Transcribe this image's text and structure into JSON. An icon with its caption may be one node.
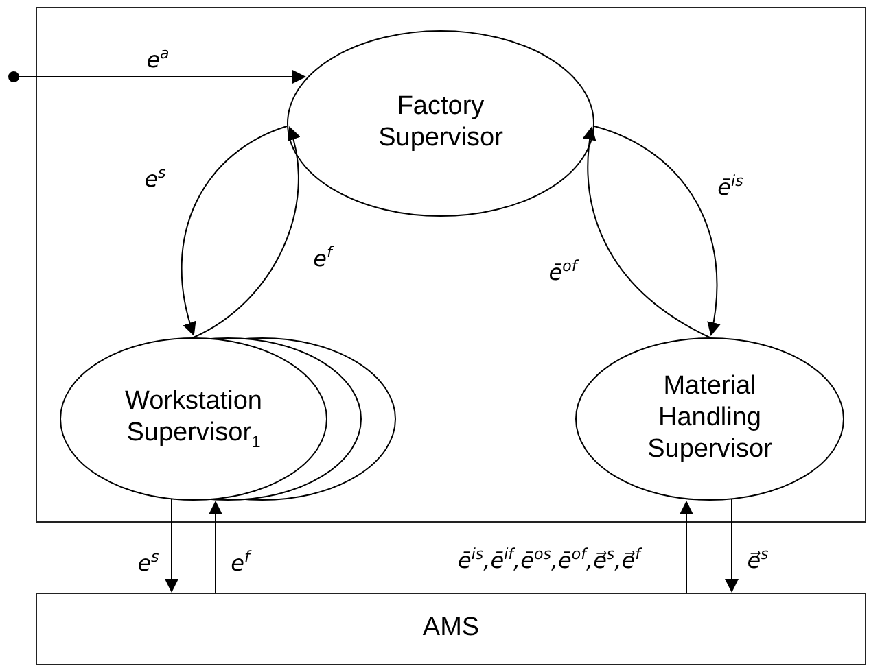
{
  "diagram": {
    "nodes": [
      {
        "text": [],
        "shape": "box"
      },
      {
        "text": [],
        "shape": "circle"
      },
      {
        "text": [
          "Factory Supervisor"
        ],
        "in": 0
      },
      {
        "text": [
          "Workstation Supervisor$_{1}$"
        ],
        "in": 0
      },
      {
        "text": [
          "Material Handling Supervisor"
        ],
        "in": 0
      },
      {
        "text": [
          "AMS"
        ]
      }
    ],
    "edges": [
      {
        "from": 1,
        "to": 2,
        "arrow": "to",
        "label": "e$^{a}$"
      },
      {
        "from": 2,
        "to": 3,
        "arrow": "to",
        "label": "e$^{s}$"
      },
      {
        "from": 3,
        "to": 2,
        "arrow": "to",
        "label": "e$^{f}$"
      },
      {
        "from": 4,
        "to": 2,
        "arrow": "to",
        "label": "ē$^{of}$"
      },
      {
        "from": 2,
        "to": 4,
        "arrow": "to",
        "label": "ē$^{is}$"
      },
      {
        "from": 3,
        "to": 5,
        "arrow": "to",
        "label": "e$^{s}$"
      },
      {
        "from": 5,
        "to": 3,
        "arrow": "to",
        "label": "e$^{f}$"
      },
      {
        "from": 5,
        "to": 4,
        "arrow": "to",
        "label": "ē$^{is}$,ē$^{if}$,ē$^{os}$,ē$^{of}$,e⃗$^{s}$,e⃗$^{f}$"
      },
      {
        "from": 4,
        "to": 5,
        "arrow": "to",
        "label": "e⃗$^{s}$"
      }
    ]
  }
}
